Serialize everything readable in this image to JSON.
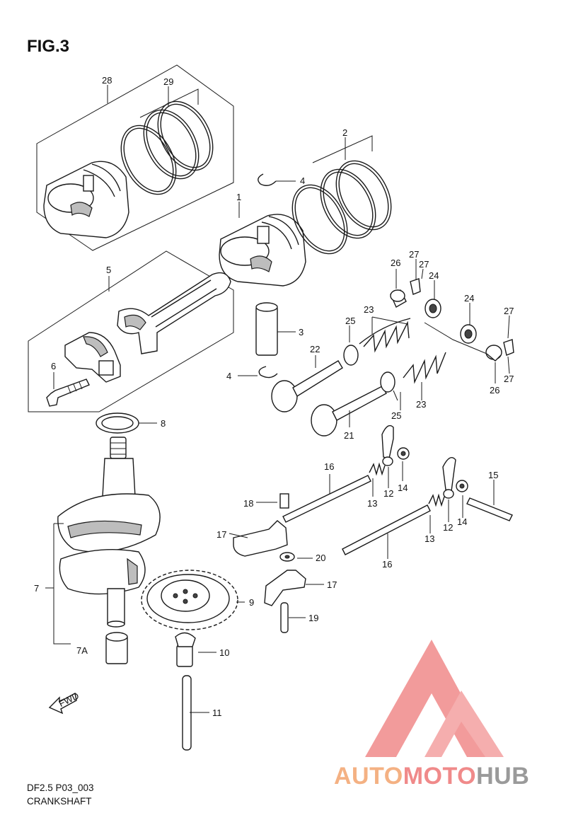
{
  "figure": {
    "title": "FIG.3"
  },
  "callouts": {
    "c1": "1",
    "c2": "2",
    "c3": "3",
    "c4a": "4",
    "c4b": "4",
    "c5": "5",
    "c6": "6",
    "c7": "7",
    "c7a": "7A",
    "c8": "8",
    "c9": "9",
    "c10": "10",
    "c11": "11",
    "c12a": "12",
    "c12b": "12",
    "c13a": "13",
    "c13b": "13",
    "c14a": "14",
    "c14b": "14",
    "c15": "15",
    "c16a": "16",
    "c16b": "16",
    "c17a": "17",
    "c17b": "17",
    "c18": "18",
    "c19": "19",
    "c20": "20",
    "c21": "21",
    "c22": "22",
    "c23a": "23",
    "c23b": "23",
    "c24a": "24",
    "c24b": "24",
    "c25a": "25",
    "c25b": "25",
    "c26a": "26",
    "c26b": "26",
    "c27a": "27",
    "c27b": "27",
    "c27c": "27",
    "c27d": "27",
    "c28": "28",
    "c29": "29"
  },
  "footer": {
    "model_code": "DF2.5 P03_003",
    "section_name": "CRANKSHAFT"
  },
  "fwd_arrow": {
    "label": "FWD"
  },
  "watermark": {
    "text_part1": "AUTO",
    "text_part2": "MOTO",
    "text_part3": "HUB",
    "color_orange": "#f4b183",
    "color_red": "#f08a8a",
    "color_gray": "#9a9a9a"
  }
}
